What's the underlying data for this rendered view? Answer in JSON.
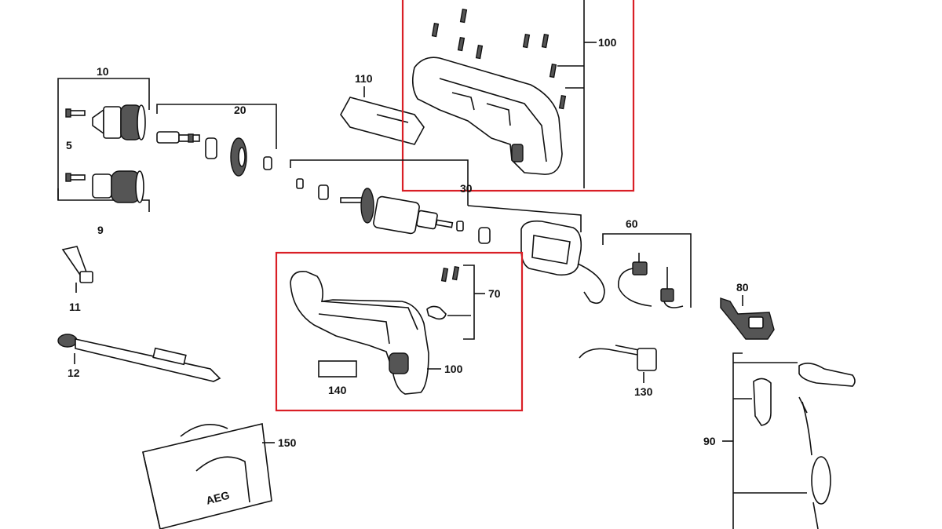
{
  "labels": {
    "l10": "10",
    "l5": "5",
    "l9": "9",
    "l20": "20",
    "l11": "11",
    "l12": "12",
    "l110": "110",
    "l100_top": "100",
    "l30": "30",
    "l60": "60",
    "l70": "70",
    "l100_mid": "100",
    "l140": "140",
    "l80": "80",
    "l130": "130",
    "l150": "150",
    "l90": "90"
  },
  "bag_brand": "AEG",
  "colors": {
    "highlight": "#d91f26",
    "ink": "#111111"
  }
}
